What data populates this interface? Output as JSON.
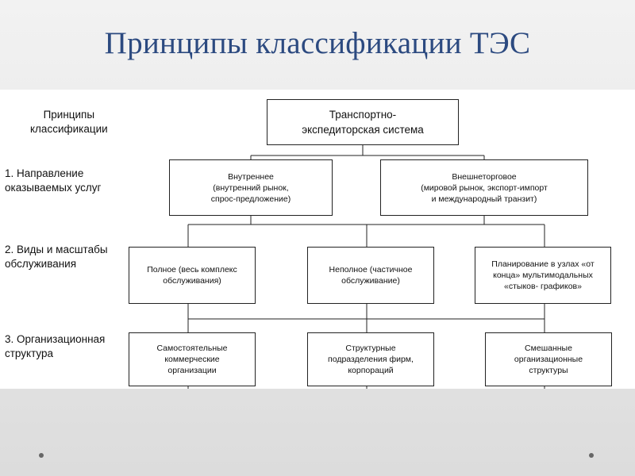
{
  "slide": {
    "title": "Принципы классификации ТЭС"
  },
  "row_labels": {
    "header": "Принципы\nклассификации",
    "services": "1. Направление\nоказываемых  услуг",
    "scale": "2. Виды и масштабы\nобслуживания",
    "structure": "3. Организационная\nструктура"
  },
  "nodes": {
    "root": "Транспортно-\nэкспедиторская система",
    "internal": "Внутреннее\n(внутренний рынок,\nспрос-предложение)",
    "foreign": "Внешнеторговое\n(мировой рынок, экспорт-импорт\nи международный транзит)",
    "full": "Полное (весь комплекс\nобслуживания)",
    "partial": "Неполное (частичное\nобслуживание)",
    "planning": "Планирование в узлах «от\nконца» мультимодальных\n«стыков- графиков»",
    "independent": "Самостоятельные\nкоммерческие\nорганизации",
    "structural": "Структурные\nподразделения фирм,\nкорпораций",
    "mixed": "Смешанные\nорганизационные\nструктуры"
  }
}
